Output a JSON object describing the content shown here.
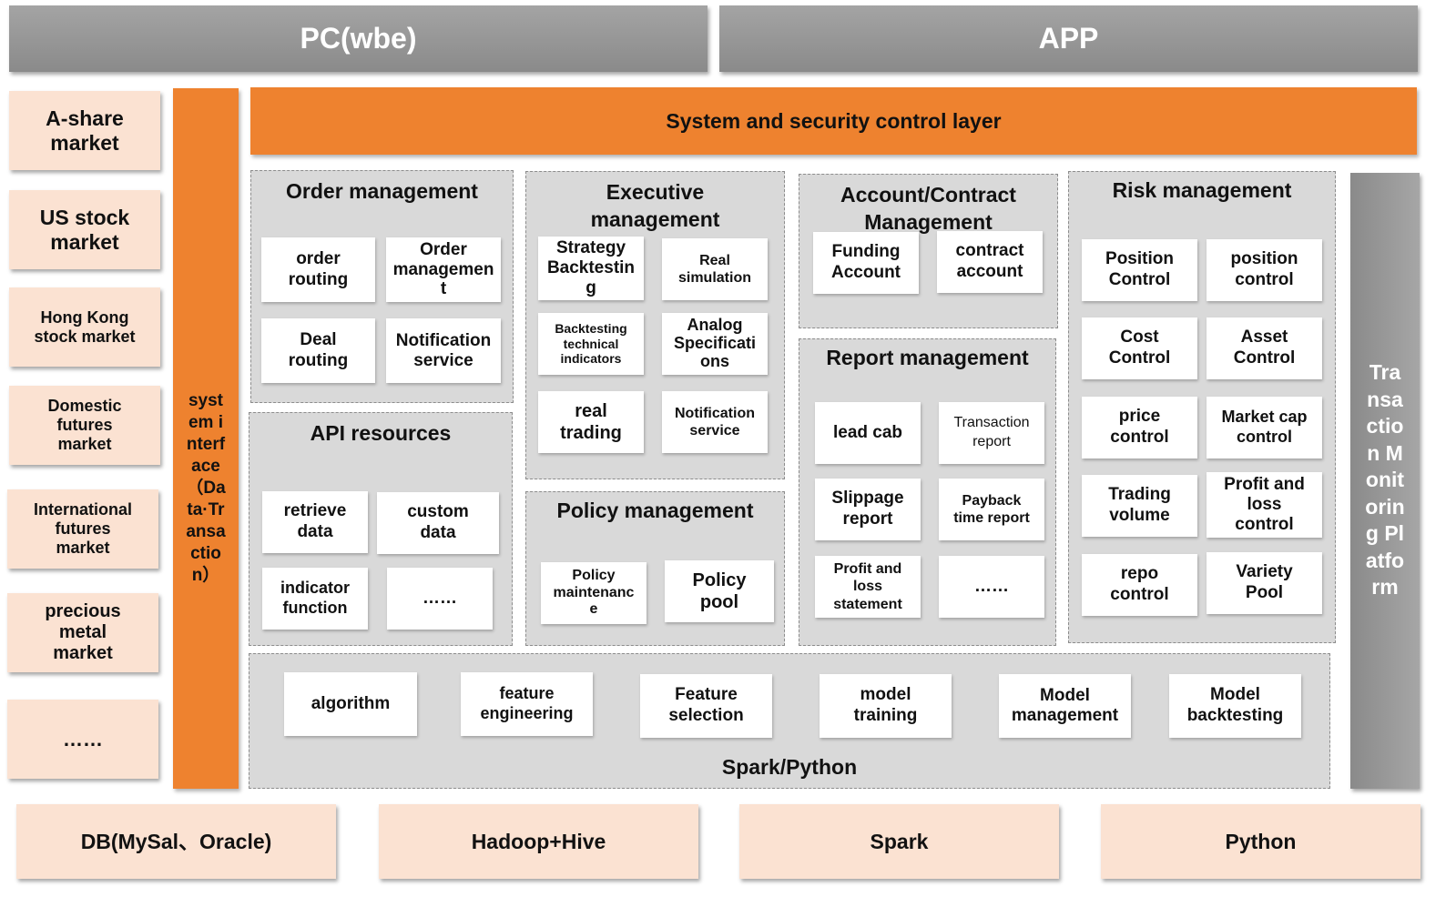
{
  "top": {
    "pc": "PC(wbe)",
    "app": "APP"
  },
  "markets": [
    "A-share\nmarket",
    "US stock\nmarket",
    "Hong Kong\nstock market",
    "Domestic\nfutures\nmarket",
    "International\nfutures\nmarket",
    "precious\nmetal\nmarket",
    "……"
  ],
  "interface_label": "system interface（Data·Transaction）",
  "security_layer": "System and security control layer",
  "order": {
    "title": "Order management",
    "items": [
      "order\nrouting",
      "Order\nmanagement",
      "Deal\nrouting",
      "Notification\nservice"
    ]
  },
  "api": {
    "title": "API resources",
    "items": [
      "retrieve\ndata",
      "custom\ndata",
      "indicator\nfunction",
      "……"
    ]
  },
  "executive": {
    "title": "Executive\nmanagement",
    "items": [
      "Strategy\nBacktesting",
      "Real\nsimulation",
      "Backtesting\ntechnical\nindicators",
      "Analog\nSpecifications",
      "real\ntrading",
      "Notification service"
    ]
  },
  "policy": {
    "title": "Policy management",
    "items": [
      "Policy\nmaintenance",
      "Policy\npool"
    ]
  },
  "account": {
    "title": "Account/Contract\nManagement",
    "items": [
      "Funding\nAccount",
      "contract\naccount"
    ]
  },
  "report": {
    "title": "Report management",
    "items": [
      "lead cab",
      "Transaction report",
      "Slippage\nreport",
      "Payback\ntime report",
      "Profit and\nloss\nstatement",
      "……"
    ]
  },
  "risk": {
    "title": "Risk management",
    "items": [
      "Position\nControl",
      "position\ncontrol",
      "Cost\nControl",
      "Asset\nControl",
      "price\ncontrol",
      "Market cap\ncontrol",
      "Trading\nvolume",
      "Profit and\nloss\ncontrol",
      "repo\ncontrol",
      "Variety\nPool"
    ]
  },
  "spark": {
    "title": "Spark/Python",
    "items": [
      "algorithm",
      "feature\nengineering",
      "Feature\nselection",
      "model\ntraining",
      "Model\nmanagement",
      "Model\nbacktesting"
    ]
  },
  "monitor_label": "Transaction Monitoring Platform",
  "bottom": [
    "DB(MySal、Oracle)",
    "Hadoop+Hive",
    "Spark",
    "Python"
  ]
}
